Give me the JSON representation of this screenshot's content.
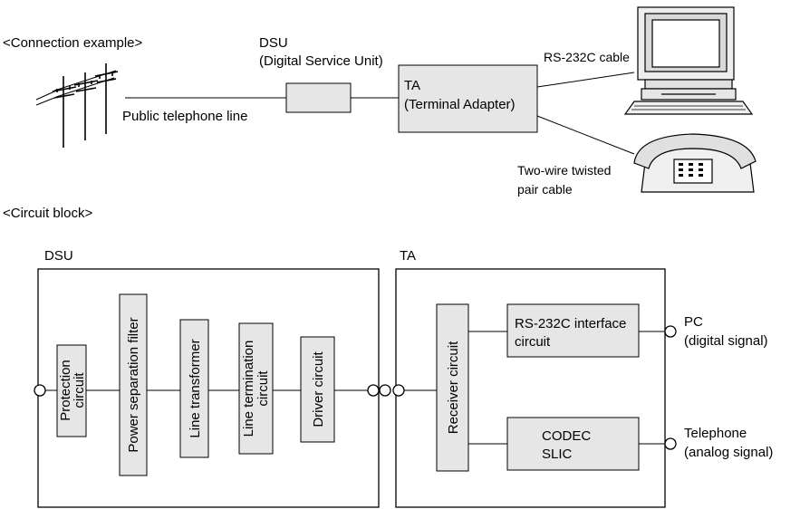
{
  "connection": {
    "heading": "<Connection example>",
    "dsu_label_1": "DSU",
    "dsu_label_2": "(Digital Service Unit)",
    "public_line": "Public telephone line",
    "ta_label_1": "TA",
    "ta_label_2": "(Terminal Adapter)",
    "rs232_cable": "RS-232C cable",
    "twisted_1": "Two-wire twisted",
    "twisted_2": "pair cable"
  },
  "circuit": {
    "heading": "<Circuit block>",
    "dsu_title": "DSU",
    "ta_title": "TA",
    "dsu_blocks": {
      "protection_1": "Protection",
      "protection_2": "circuit",
      "power_filter": "Power separation filter",
      "line_transformer": "Line transformer",
      "line_term_1": "Line termination",
      "line_term_2": "circuit",
      "driver": "Driver circuit"
    },
    "ta_blocks": {
      "receiver": "Receiver circuit",
      "rs232_1": "RS-232C interface",
      "rs232_2": "circuit",
      "codec_1": "CODEC",
      "codec_2": "SLIC"
    },
    "outputs": {
      "pc_1": "PC",
      "pc_2": "(digital signal)",
      "tel_1": "Telephone",
      "tel_2": "(analog signal)"
    }
  },
  "colors": {
    "block_fill": "#e6e6e6",
    "stroke": "#000000"
  }
}
